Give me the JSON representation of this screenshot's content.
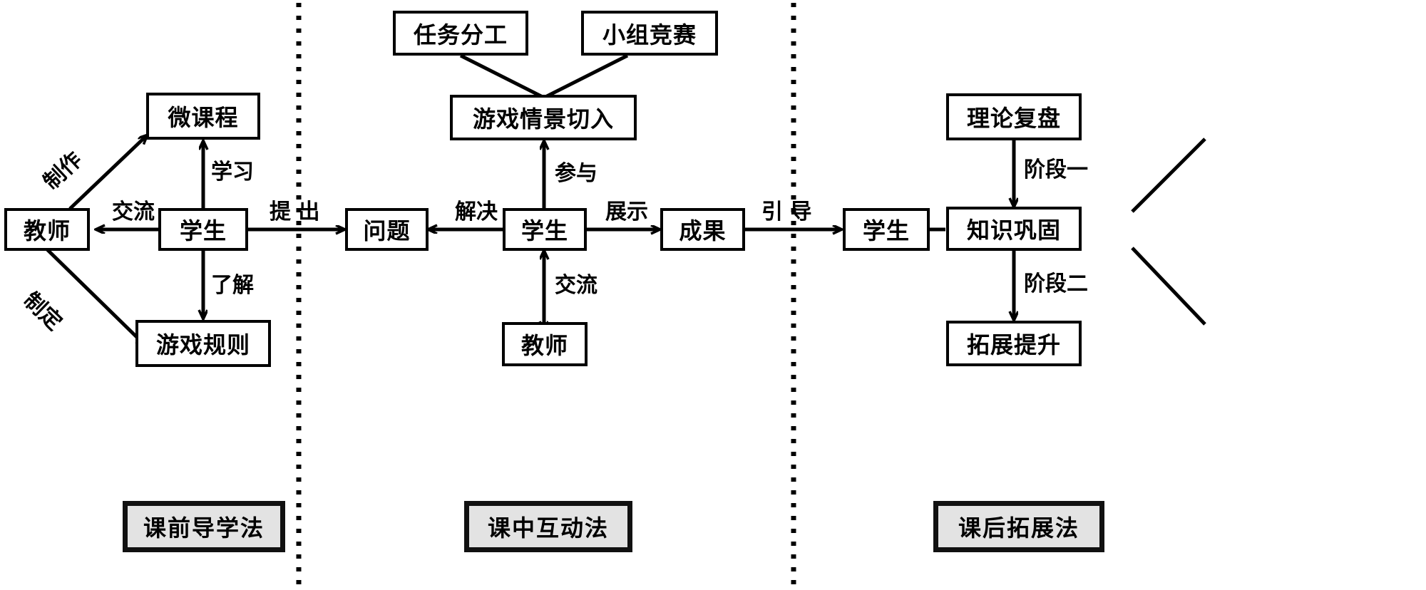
{
  "diagram": {
    "title_implicit": "三阶段教学法流程图",
    "sections": [
      {
        "id": "pre-class",
        "legend": "课前导学法"
      },
      {
        "id": "in-class",
        "legend": "课中互动法"
      },
      {
        "id": "post-class",
        "legend": "课后拓展法"
      }
    ]
  },
  "nodes": {
    "teacher_left": "教师",
    "micro_course": "微课程",
    "student_left": "学生",
    "game_rules": "游戏规则",
    "task_division": "任务分工",
    "group_contest": "小组竞赛",
    "game_scene": "游戏情景切入",
    "problem": "问题",
    "student_mid": "学生",
    "teacher_mid": "教师",
    "result": "成果",
    "student_right": "学生",
    "theory_review": "理论复盘",
    "knowledge_consolidation": "知识巩固",
    "expansion": "拓展提升"
  },
  "edge_labels": {
    "make": "制作",
    "study": "学习",
    "exchange_left": "交流",
    "understand": "了解",
    "formulate": "制定",
    "propose": "提 出",
    "participate": "参与",
    "solve": "解决",
    "exchange_mid": "交流",
    "present": "展示",
    "guide": "引 导",
    "stage_one": "阶段一",
    "stage_two": "阶段二"
  },
  "legends": {
    "pre": "课前导学法",
    "mid": "课中互动法",
    "post": "课后拓展法"
  },
  "colors": {
    "stroke": "#000000",
    "node_fill": "#ffffff",
    "legend_fill": "#e3e3e3",
    "legend_border": "#111111",
    "background": "#ffffff"
  }
}
